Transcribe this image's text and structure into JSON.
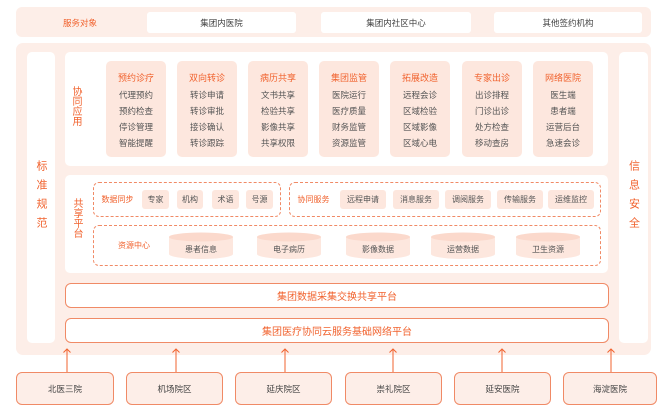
{
  "service_targets": {
    "label": "服务对象",
    "items": [
      "集团内医院",
      "集团内社区中心",
      "其他签约机构"
    ]
  },
  "side_left": "标准规范",
  "side_right": "信息安全",
  "collab_apps": {
    "label": "协同应用",
    "cards": [
      {
        "title": "预约诊疗",
        "items": [
          "代理预约",
          "预约检查",
          "停诊管理",
          "智能提醒"
        ]
      },
      {
        "title": "双向转诊",
        "items": [
          "转诊申请",
          "转诊审批",
          "接诊确认",
          "转诊跟踪"
        ]
      },
      {
        "title": "病历共享",
        "items": [
          "文书共享",
          "检验共享",
          "影像共享",
          "共享权限"
        ]
      },
      {
        "title": "集团监管",
        "items": [
          "医院运行",
          "医疗质量",
          "财务监管",
          "资源监管"
        ]
      },
      {
        "title": "拓展改造",
        "items": [
          "远程会诊",
          "区域检验",
          "区域影像",
          "区域心电"
        ]
      },
      {
        "title": "专家出诊",
        "items": [
          "出诊排程",
          "门诊出诊",
          "处方检查",
          "移动查房"
        ]
      },
      {
        "title": "网络医院",
        "items": [
          "医生端",
          "患者端",
          "运营后台",
          "急速会诊"
        ]
      }
    ]
  },
  "shared_platform": {
    "label": "共享平台",
    "data_sync": {
      "label": "数据同步",
      "items": [
        "专家",
        "机构",
        "术语",
        "号源"
      ]
    },
    "collab_service": {
      "label": "协同服务",
      "items": [
        "远程申请",
        "消息服务",
        "调阅服务",
        "传输服务",
        "运维监控"
      ]
    },
    "resource_center": {
      "label": "资源中心",
      "items": [
        "患者信息",
        "电子病历",
        "影像数据",
        "运营数据",
        "卫生资源"
      ]
    }
  },
  "platform_bars": [
    "集团数据采集交换共享平台",
    "集团医疗协同云服务基础网络平台"
  ],
  "sites": [
    "北医三院",
    "机场院区",
    "延庆院区",
    "崇礼院区",
    "延安医院",
    "海淀医院"
  ],
  "colors": {
    "accent": "#f1632f",
    "panel": "#fdeee8",
    "card": "#fde7de",
    "border": "#f08a66"
  }
}
